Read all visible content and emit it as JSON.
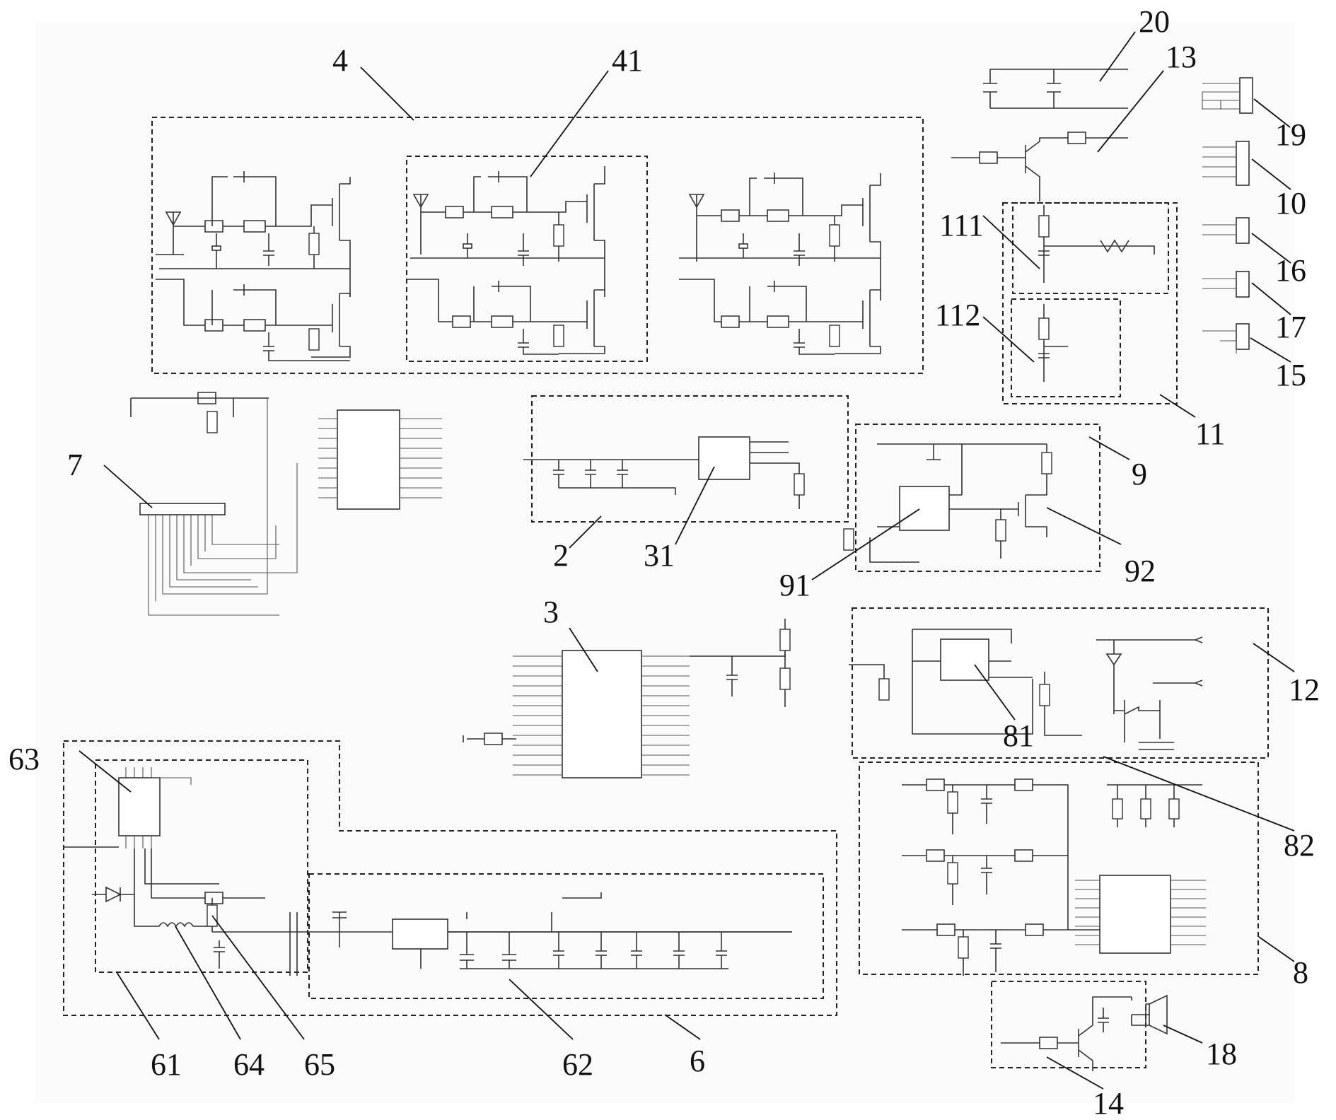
{
  "figure": {
    "background": "#fbfbfb",
    "line_color": "#333333"
  },
  "reference_labels": {
    "r4": "4",
    "r41": "41",
    "r20": "20",
    "r13": "13",
    "r19": "19",
    "r10": "10",
    "r111": "111",
    "r16": "16",
    "r112": "112",
    "r17": "17",
    "r15": "15",
    "r11": "11",
    "r7": "7",
    "r9": "9",
    "r2": "2",
    "r31": "31",
    "r92": "92",
    "r91": "91",
    "r3": "3",
    "r12": "12",
    "r81": "81",
    "r63": "63",
    "r82": "82",
    "r8": "8",
    "r61": "61",
    "r64": "64",
    "r65": "65",
    "r62": "62",
    "r6": "6",
    "r14": "14",
    "r18": "18"
  }
}
